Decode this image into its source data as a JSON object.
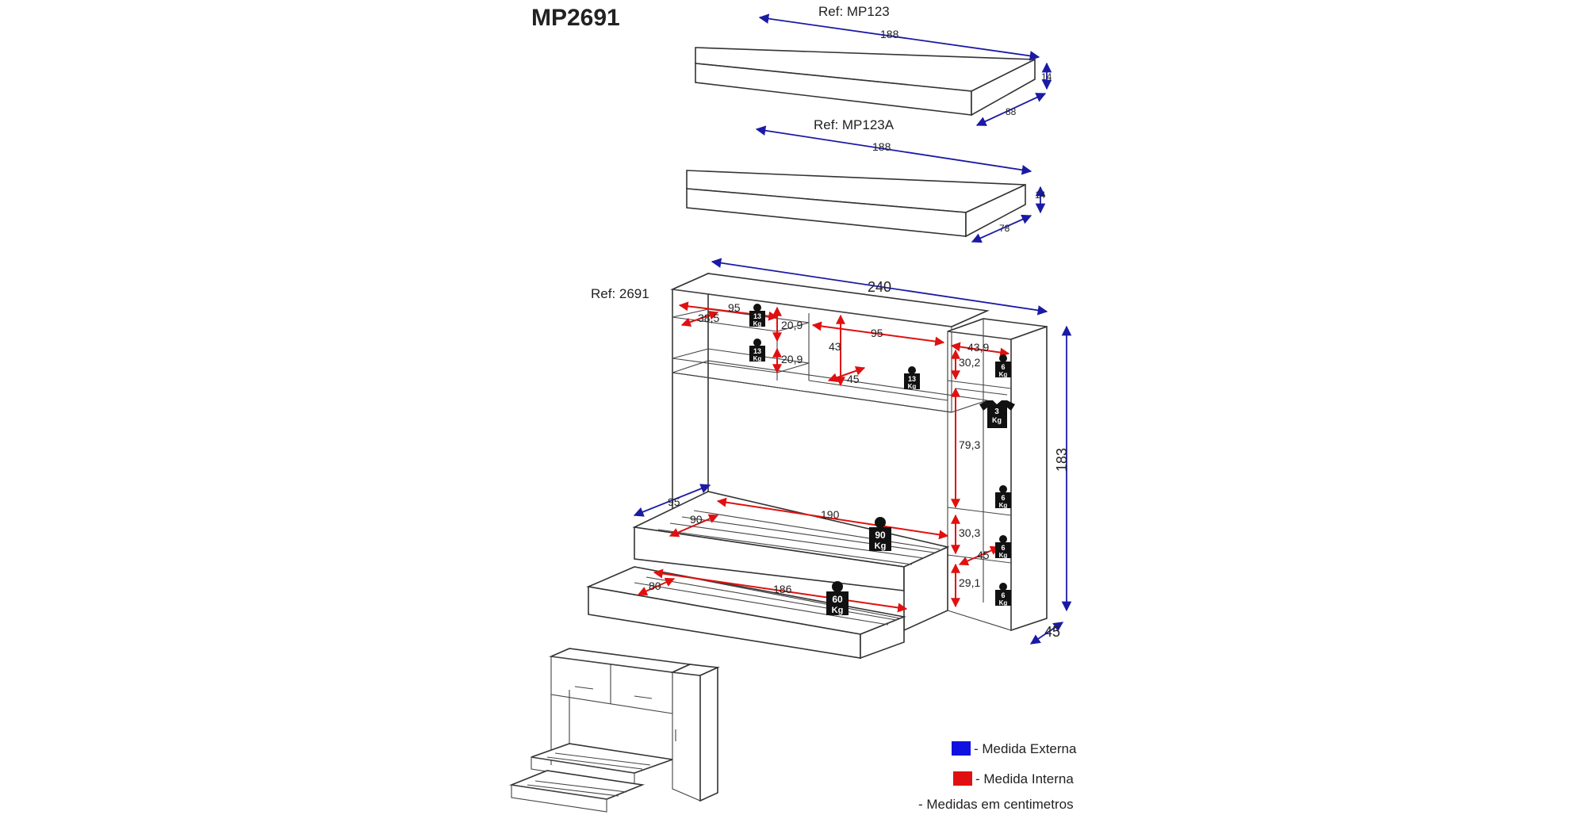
{
  "title": "MP2691",
  "parts": {
    "top_a": {
      "ref": "Ref: MP123",
      "width": "188",
      "height": "14",
      "depth": "88"
    },
    "top_b": {
      "ref": "Ref: MP123A",
      "width": "188",
      "height": "14",
      "depth": "78"
    },
    "main": {
      "ref": "Ref: 2691",
      "external": {
        "width": "240",
        "height": "183",
        "depth": "45",
        "bed_depth": "95"
      },
      "internal": {
        "shelf_width_left": "95",
        "shelf_depth_left": "38,5",
        "niche_height_upper": "20,9",
        "niche_height_lower": "20,9",
        "upper_right_height": "43",
        "upper_right_width": "95",
        "upper_right_depth": "45",
        "side_width": "43,9",
        "side_top_niche": "30,2",
        "wardrobe_height": "79,3",
        "side_mid_niche": "30,3",
        "side_depth": "45",
        "side_bottom_niche": "29,1",
        "bed_length": "190",
        "bed_width": "90",
        "trundle_length": "186",
        "trundle_width": "80"
      },
      "loads": {
        "shelf_upper": {
          "value": "13",
          "unit": "Kg"
        },
        "shelf_lower": {
          "value": "13",
          "unit": "Kg"
        },
        "upper_right": {
          "value": "13",
          "unit": "Kg"
        },
        "side_top": {
          "value": "6",
          "unit": "Kg"
        },
        "hanger": {
          "value": "3",
          "unit": "Kg"
        },
        "side_wardrobe_base": {
          "value": "6",
          "unit": "Kg"
        },
        "side_mid": {
          "value": "6",
          "unit": "Kg"
        },
        "side_bottom": {
          "value": "6",
          "unit": "Kg"
        },
        "bed": {
          "value": "90",
          "unit": "Kg"
        },
        "trundle": {
          "value": "60",
          "unit": "Kg"
        }
      }
    }
  },
  "legend": {
    "external": {
      "label": "- Medida Externa",
      "color": "#1010e0"
    },
    "internal": {
      "label": "- Medida Interna",
      "color": "#e01010"
    },
    "units": "- Medidas em centimetros"
  }
}
